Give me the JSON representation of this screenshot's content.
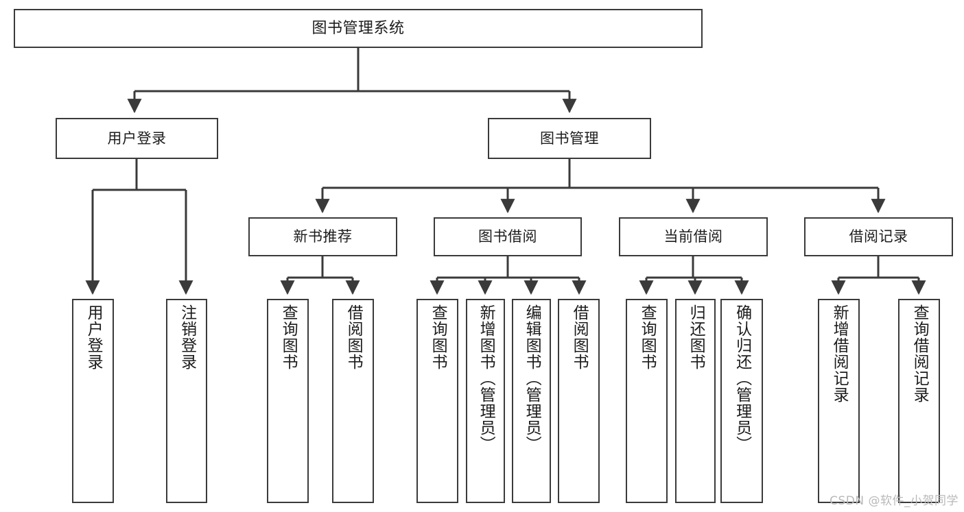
{
  "diagram": {
    "title_text": "图书管理系统",
    "watermark": "CSDN @软件_小贺同学",
    "colors": {
      "stroke": "#3a3a3a",
      "fill": "#ffffff",
      "text": "#1c1c1c",
      "watermark": "#b9b9b9"
    },
    "root": {
      "label": "图书管理系统"
    },
    "level1": [
      {
        "label": "用户登录"
      },
      {
        "label": "图书管理"
      }
    ],
    "level2": [
      {
        "label": "新书推荐"
      },
      {
        "label": "图书借阅"
      },
      {
        "label": "当前借阅"
      },
      {
        "label": "借阅记录"
      }
    ],
    "leaves": [
      {
        "label": "用户登录"
      },
      {
        "label": "注销登录"
      },
      {
        "label": "查询图书"
      },
      {
        "label": "借阅图书"
      },
      {
        "label": "查询图书"
      },
      {
        "label": "新增图书（管理员）"
      },
      {
        "label": "编辑图书（管理员）"
      },
      {
        "label": "借阅图书"
      },
      {
        "label": "查询图书"
      },
      {
        "label": "归还图书"
      },
      {
        "label": "确认归还（管理员）"
      },
      {
        "label": "新增借阅记录"
      },
      {
        "label": "查询借阅记录"
      }
    ]
  }
}
